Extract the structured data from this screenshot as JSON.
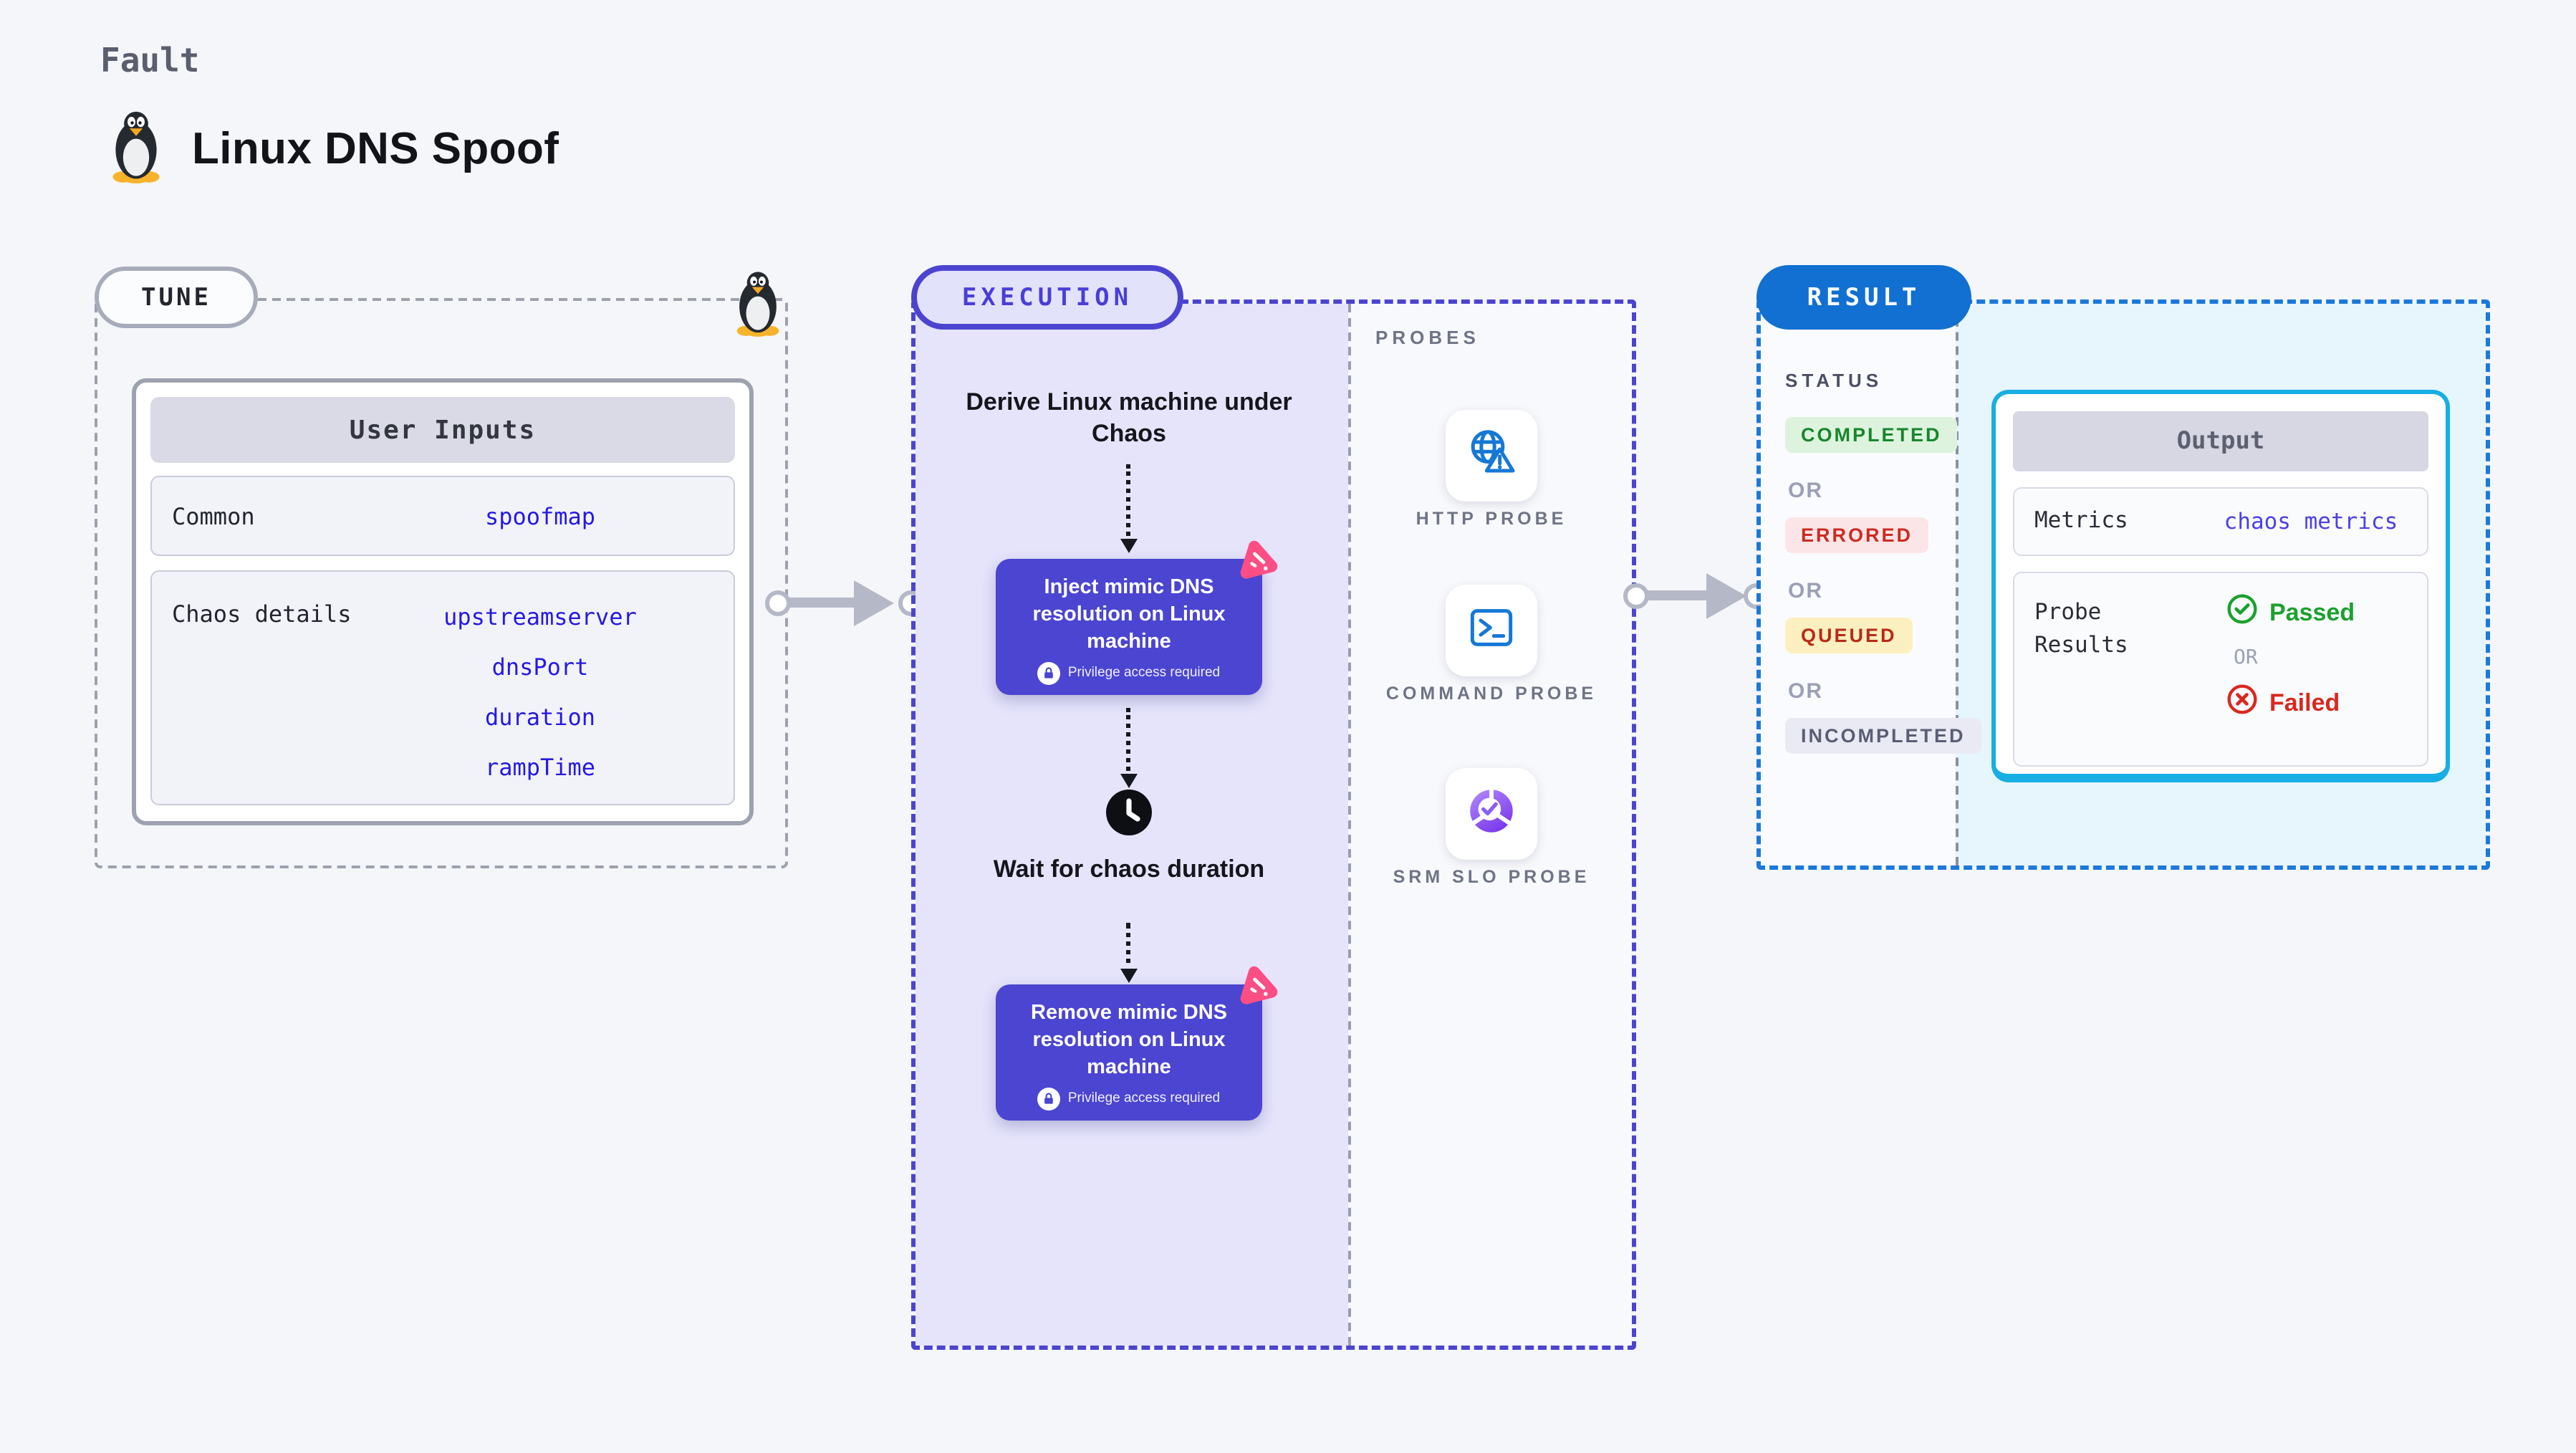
{
  "page": {
    "kicker": "Fault",
    "title": "Linux DNS Spoof"
  },
  "tune": {
    "label": "TUNE",
    "user_inputs": {
      "header": "User Inputs",
      "rows": [
        {
          "label": "Common",
          "values": [
            "spoofmap"
          ]
        },
        {
          "label": "Chaos details",
          "values": [
            "upstreamserver",
            "dnsPort",
            "duration",
            "rampTime"
          ]
        }
      ]
    }
  },
  "execution": {
    "label": "EXECUTION",
    "derive_step": "Derive Linux machine under Chaos",
    "inject_step": "Inject mimic DNS resolution on Linux machine",
    "wait_step": "Wait for chaos duration",
    "remove_step": "Remove mimic DNS resolution on Linux machine",
    "privilege_note": "Privilege access required",
    "probes": {
      "label": "PROBES",
      "items": [
        {
          "name": "HTTP PROBE",
          "icon": "http-probe-icon"
        },
        {
          "name": "COMMAND PROBE",
          "icon": "command-probe-icon"
        },
        {
          "name": "SRM SLO PROBE",
          "icon": "srm-slo-probe-icon"
        }
      ]
    }
  },
  "result": {
    "label": "RESULT",
    "status": {
      "label": "STATUS",
      "separator": "OR",
      "badges": [
        {
          "text": "COMPLETED",
          "fg": "#17862D",
          "bg": "#DDF3DE"
        },
        {
          "text": "ERRORED",
          "fg": "#CE2A20",
          "bg": "#FBE5E6"
        },
        {
          "text": "QUEUED",
          "fg": "#B82A16",
          "bg": "#FCEFC0"
        },
        {
          "text": "INCOMPLETED",
          "fg": "#595E74",
          "bg": "#E9EAF3"
        }
      ]
    },
    "output": {
      "header": "Output",
      "metrics_label": "Metrics",
      "metrics_value": "chaos metrics",
      "probe_label": "Probe Results",
      "passed": "Passed",
      "or": "OR",
      "failed": "Failed"
    }
  },
  "colors": {
    "page_bg": "#F4F6FA",
    "accent_indigo": "#4C44D0",
    "accent_blue": "#1170D1",
    "accent_cyan": "#17AEE4",
    "node_bg": "#4B45D1",
    "lavender_bg": "#E5E4FB",
    "result_bg": "#E7F5FD",
    "litmus_pink": "#FB4E84",
    "link_blue": "#2619E2",
    "passed_green": "#1BA12E",
    "failed_red": "#DA281E"
  }
}
